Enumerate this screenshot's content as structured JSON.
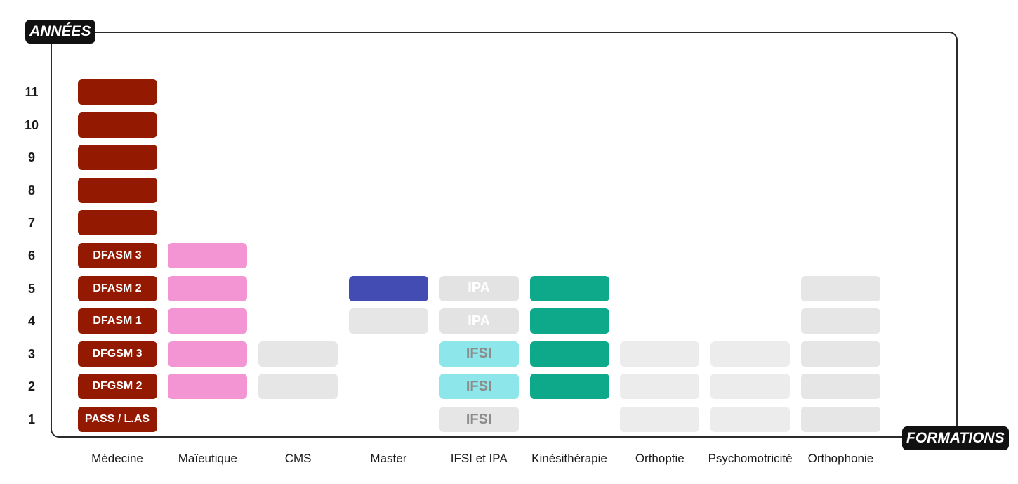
{
  "chart_data": {
    "type": "table",
    "ylabel": "ANNÉES",
    "xlabel": "FORMATIONS",
    "y_ticks": [
      "1",
      "2",
      "3",
      "4",
      "5",
      "6",
      "7",
      "8",
      "9",
      "10",
      "11"
    ],
    "categories": [
      "Médecine",
      "Maïeutique",
      "CMS",
      "Master",
      "IFSI et IPA",
      "Kinésithérapie",
      "Orthoptie",
      "Psychomotricité",
      "Orthophonie"
    ],
    "colors": {
      "medecine": "#931a00",
      "maieutique": "#f295d2",
      "master": "#434cb3",
      "ipa": "#e3e3e3",
      "ifsi": "#8de6e9",
      "kine": "#0ea98a",
      "gray": "#e6e6e6",
      "light_gray": "#ececec"
    },
    "columns": [
      {
        "name": "Médecine",
        "cells": [
          {
            "year": 1,
            "label": "PASS / L.AS",
            "color": "#931a00",
            "text_color": "#ffffff"
          },
          {
            "year": 2,
            "label": "DFGSM 2",
            "color": "#931a00",
            "text_color": "#ffffff"
          },
          {
            "year": 3,
            "label": "DFGSM 3",
            "color": "#931a00",
            "text_color": "#ffffff"
          },
          {
            "year": 4,
            "label": "DFASM 1",
            "color": "#931a00",
            "text_color": "#ffffff"
          },
          {
            "year": 5,
            "label": "DFASM 2",
            "color": "#931a00",
            "text_color": "#ffffff"
          },
          {
            "year": 6,
            "label": "DFASM 3",
            "color": "#931a00",
            "text_color": "#ffffff"
          },
          {
            "year": 7,
            "label": "",
            "color": "#931a00"
          },
          {
            "year": 8,
            "label": "",
            "color": "#931a00"
          },
          {
            "year": 9,
            "label": "",
            "color": "#931a00"
          },
          {
            "year": 10,
            "label": "",
            "color": "#931a00"
          },
          {
            "year": 11,
            "label": "",
            "color": "#931a00"
          }
        ]
      },
      {
        "name": "Maïeutique",
        "cells": [
          {
            "year": 2,
            "label": "",
            "color": "#f295d2"
          },
          {
            "year": 3,
            "label": "",
            "color": "#f295d2"
          },
          {
            "year": 4,
            "label": "",
            "color": "#f295d2"
          },
          {
            "year": 5,
            "label": "",
            "color": "#f295d2"
          },
          {
            "year": 6,
            "label": "",
            "color": "#f295d2"
          }
        ]
      },
      {
        "name": "CMS",
        "cells": [
          {
            "year": 2,
            "label": "",
            "color": "#e6e6e6"
          },
          {
            "year": 3,
            "label": "",
            "color": "#e6e6e6"
          }
        ]
      },
      {
        "name": "Master",
        "cells": [
          {
            "year": 4,
            "label": "",
            "color": "#e6e6e6"
          },
          {
            "year": 5,
            "label": "",
            "color": "#434cb3"
          }
        ]
      },
      {
        "name": "IFSI et IPA",
        "cells": [
          {
            "year": 1,
            "label": "IFSI",
            "color": "#e6e6e6",
            "text_color": "#8c8c8c"
          },
          {
            "year": 2,
            "label": "IFSI",
            "color": "#8de6e9",
            "text_color": "#8c8c8c"
          },
          {
            "year": 3,
            "label": "IFSI",
            "color": "#8de6e9",
            "text_color": "#8c8c8c"
          },
          {
            "year": 4,
            "label": "IPA",
            "color": "#e3e3e3",
            "text_color": "#ffffff"
          },
          {
            "year": 5,
            "label": "IPA",
            "color": "#e3e3e3",
            "text_color": "#ffffff"
          }
        ]
      },
      {
        "name": "Kinésithérapie",
        "cells": [
          {
            "year": 2,
            "label": "",
            "color": "#0ea98a"
          },
          {
            "year": 3,
            "label": "",
            "color": "#0ea98a"
          },
          {
            "year": 4,
            "label": "",
            "color": "#0ea98a"
          },
          {
            "year": 5,
            "label": "",
            "color": "#0ea98a"
          }
        ]
      },
      {
        "name": "Orthoptie",
        "cells": [
          {
            "year": 1,
            "label": "",
            "color": "#ececec"
          },
          {
            "year": 2,
            "label": "",
            "color": "#ececec"
          },
          {
            "year": 3,
            "label": "",
            "color": "#ececec"
          }
        ]
      },
      {
        "name": "Psychomotricité",
        "cells": [
          {
            "year": 1,
            "label": "",
            "color": "#ececec"
          },
          {
            "year": 2,
            "label": "",
            "color": "#ececec"
          },
          {
            "year": 3,
            "label": "",
            "color": "#ececec"
          }
        ]
      },
      {
        "name": "Orthophonie",
        "cells": [
          {
            "year": 1,
            "label": "",
            "color": "#e6e6e6"
          },
          {
            "year": 2,
            "label": "",
            "color": "#e6e6e6"
          },
          {
            "year": 3,
            "label": "",
            "color": "#e6e6e6"
          },
          {
            "year": 4,
            "label": "",
            "color": "#e6e6e6"
          },
          {
            "year": 5,
            "label": "",
            "color": "#e6e6e6"
          }
        ]
      }
    ]
  }
}
